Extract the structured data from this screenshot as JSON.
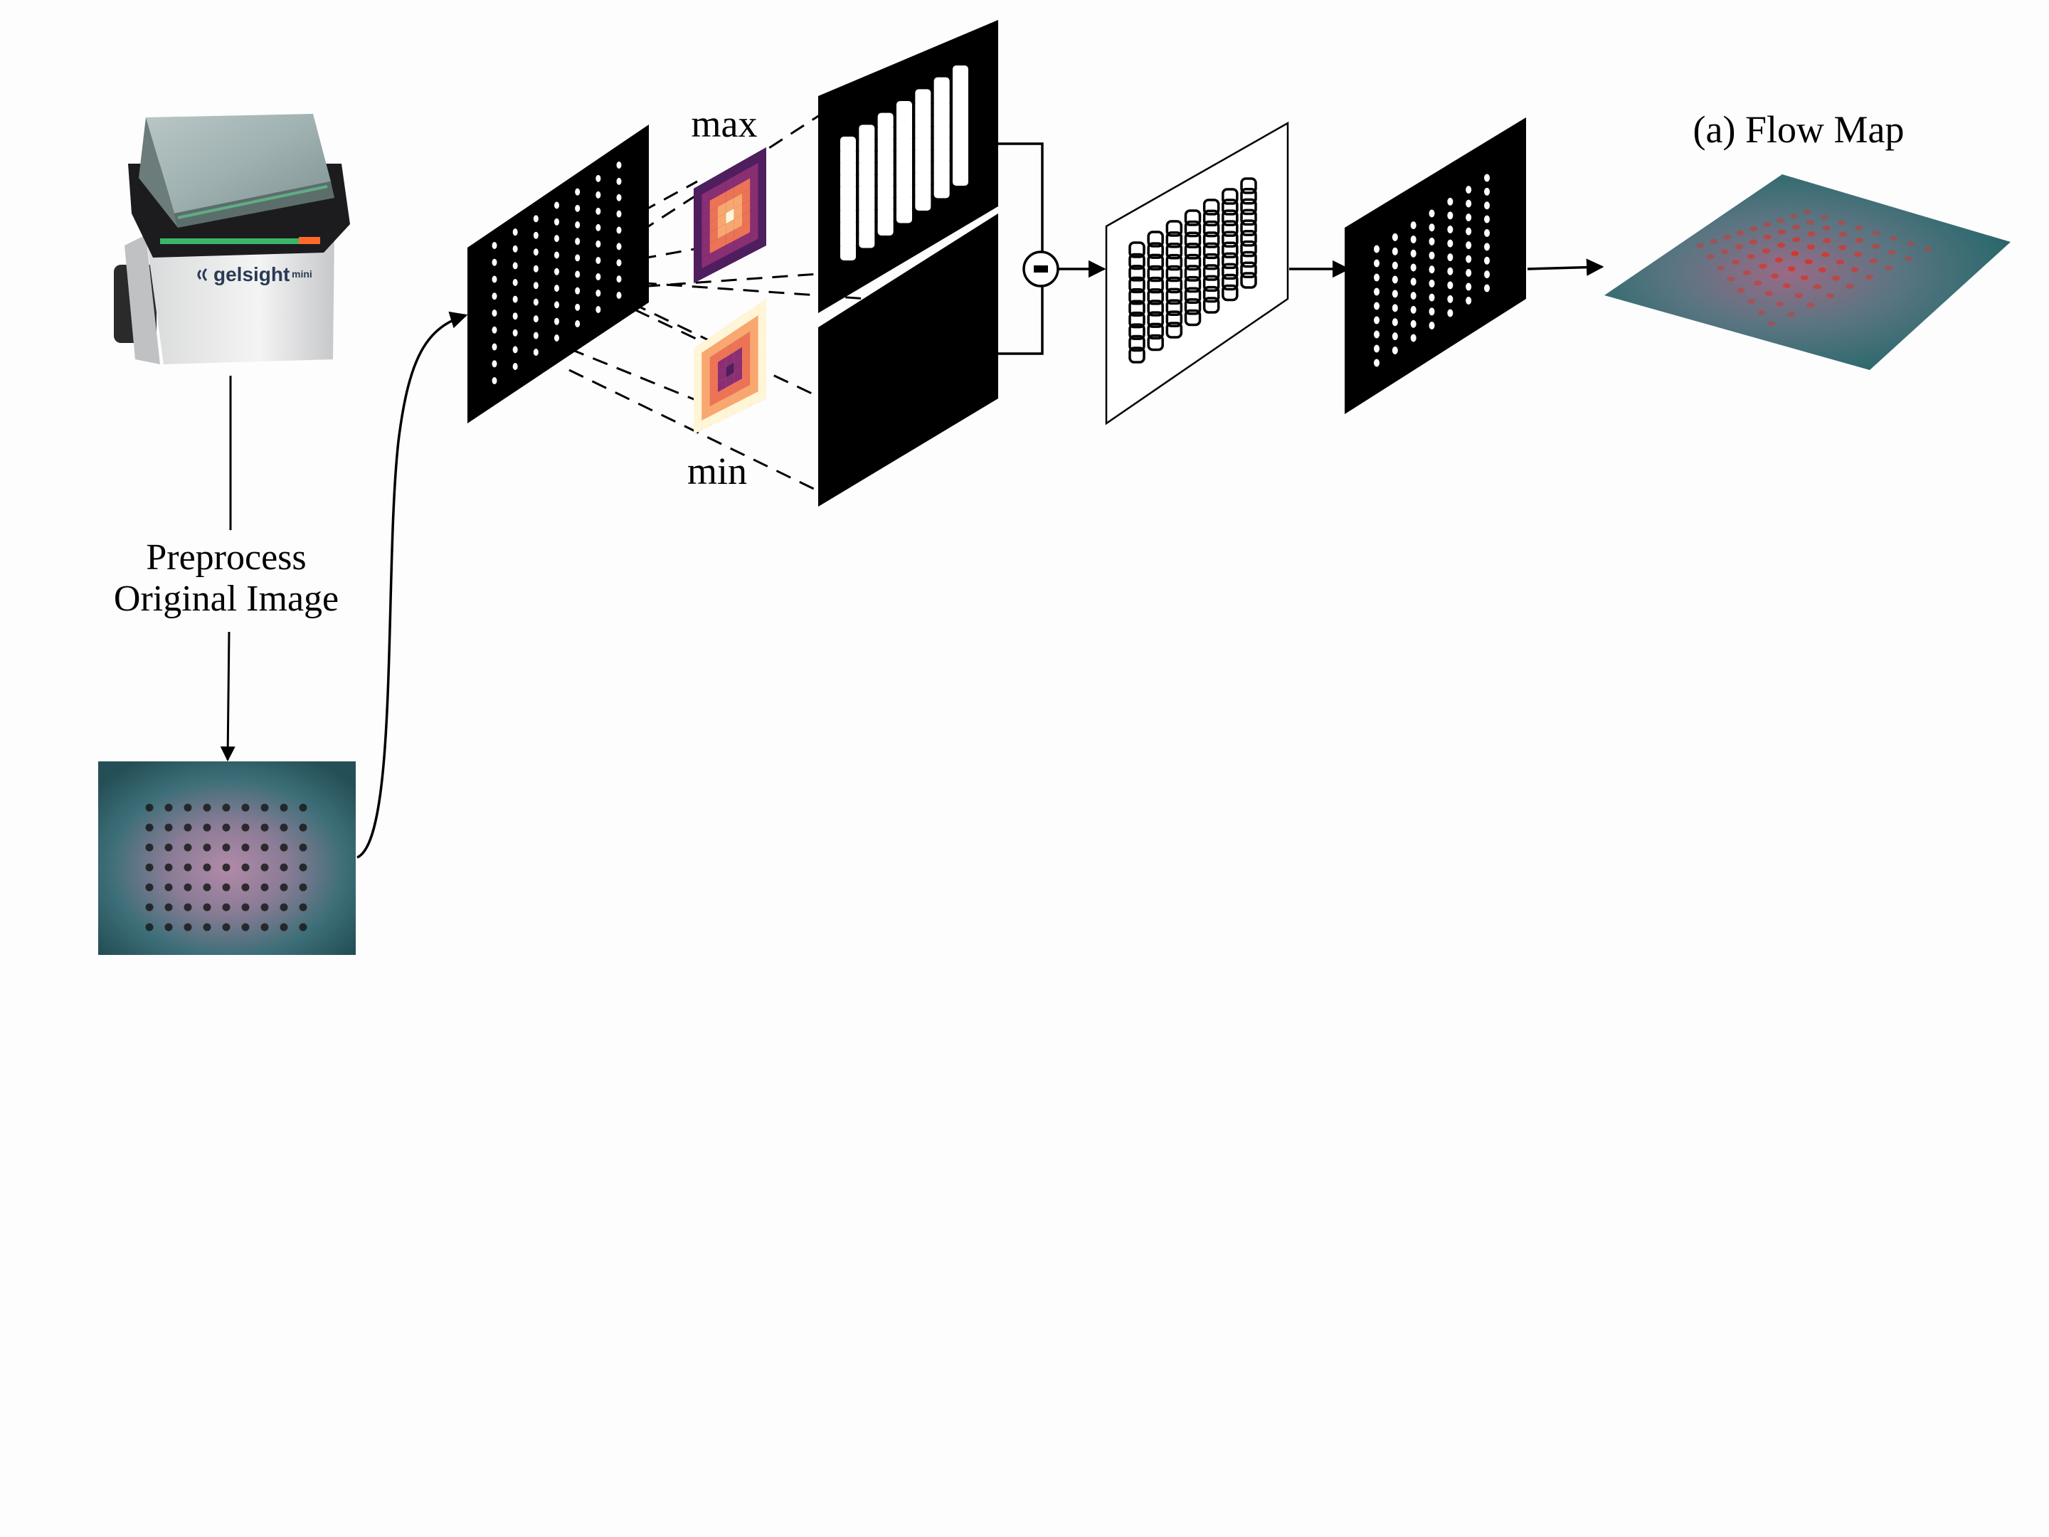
{
  "labels": {
    "max": "max",
    "min": "min",
    "preprocess_line1": "Preprocess",
    "preprocess_line2": "Original Image",
    "flow_map": "(a) Flow Map",
    "subtract_symbol": "-"
  },
  "sensor": {
    "brand": "gelsight",
    "model": "mini"
  },
  "colors": {
    "background": "#fdfdfd",
    "panel": "#000000",
    "marker": "#ffffff",
    "flow_marker": "#d8342a",
    "gel_teal": "#2f6f70",
    "gel_purple": "#9a6f9c"
  },
  "marker_grid": {
    "rows": 9,
    "cols": 7
  }
}
